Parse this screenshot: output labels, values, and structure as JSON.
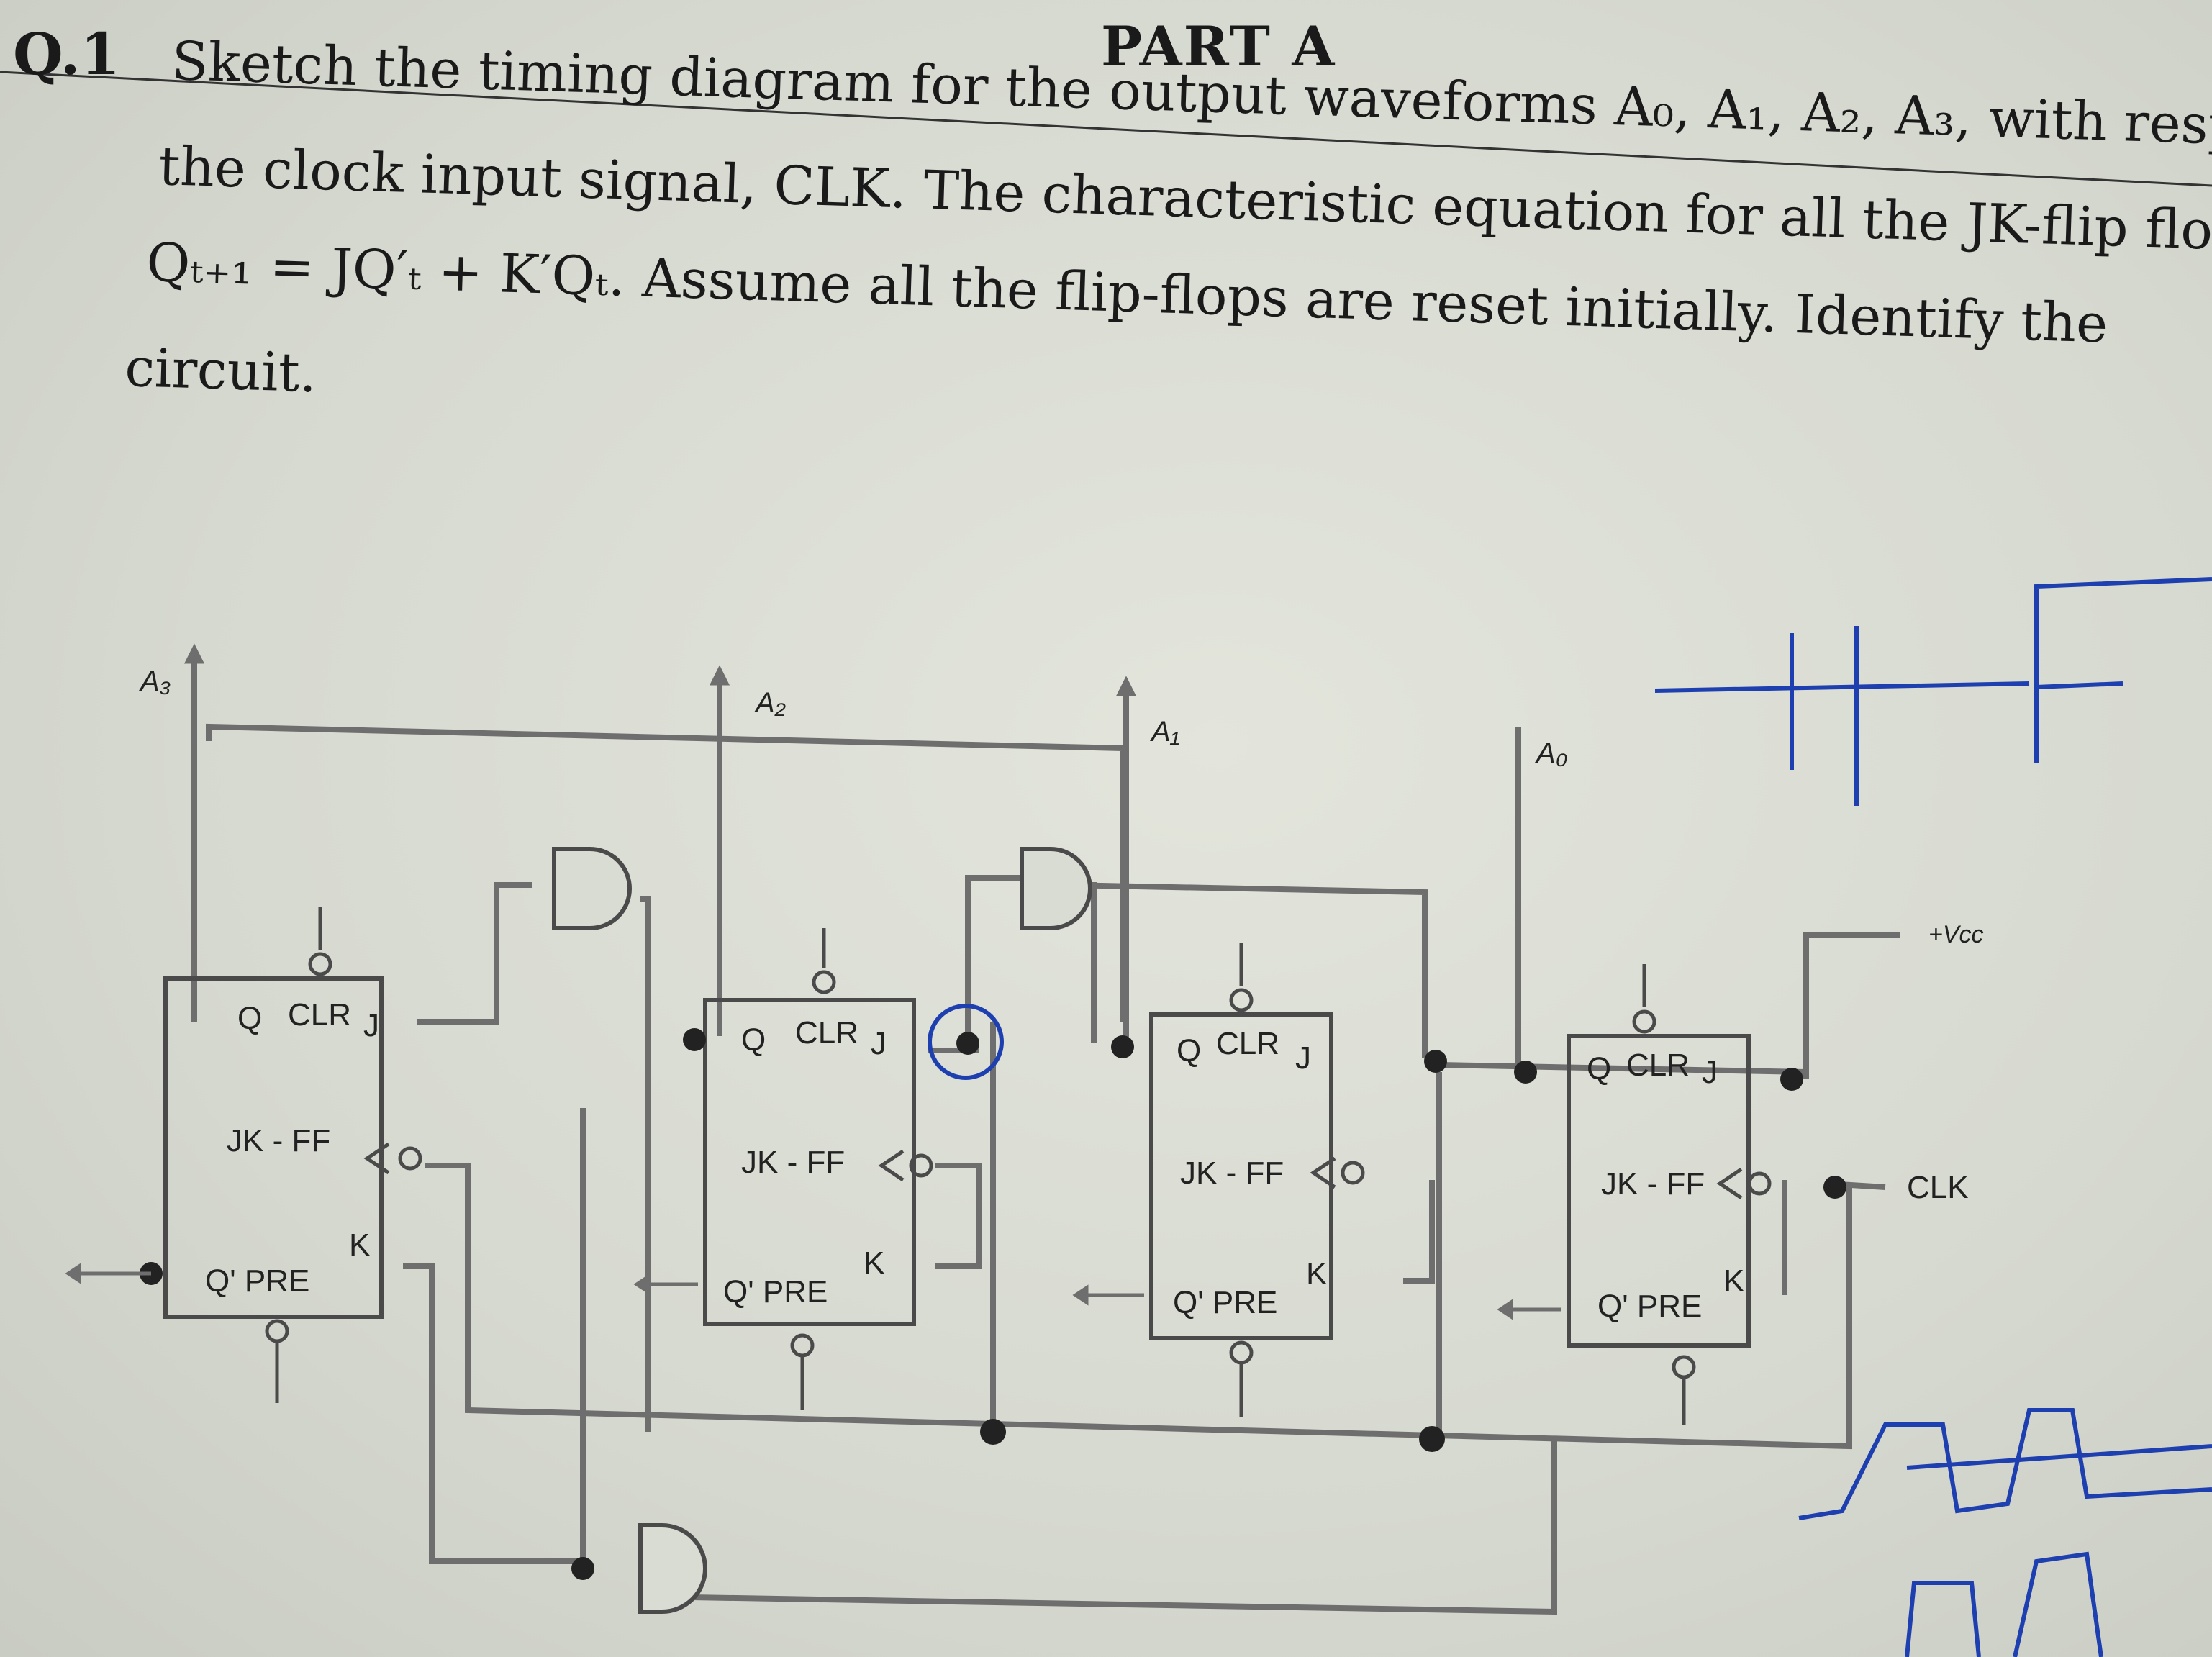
{
  "header": {
    "part_title": "PART A",
    "question_number": "Q.1"
  },
  "question": {
    "lines": [
      "Sketch the timing diagram for the output waveforms A₀, A₁, A₂, A₃, with respect to",
      "the clock input signal, CLK. The characteristic equation for all the JK-flip flops is",
      "Qₜ₊₁ = JQ′ₜ + K′Qₜ. Assume all the flip-flops are reset initially. Identify the",
      "circuit."
    ]
  },
  "circuit": {
    "outputs": [
      "A₃",
      "A₂",
      "A₁",
      "A₀"
    ],
    "flipflops": [
      {
        "q": "Q",
        "clr": "CLR",
        "j": "J",
        "type": "JK - FF",
        "qbar": "Q' PRE",
        "k": "K"
      },
      {
        "q": "Q",
        "clr": "CLR",
        "j": "J",
        "type": "JK - FF",
        "qbar": "Q' PRE",
        "k": "K"
      },
      {
        "q": "Q",
        "clr": "CLR",
        "j": "J",
        "type": "JK - FF",
        "qbar": "Q' PRE",
        "k": "K"
      },
      {
        "q": "Q",
        "clr": "CLR",
        "j": "J",
        "type": "JK - FF",
        "qbar": "Q' PRE",
        "k": "K"
      }
    ],
    "vcc_label": "+Vᴄᴄ",
    "clk_label": "CLK"
  },
  "colors": {
    "ink": "#1a1a1a",
    "wire": "#6e6e6e",
    "pen": "#1e3fb0"
  }
}
